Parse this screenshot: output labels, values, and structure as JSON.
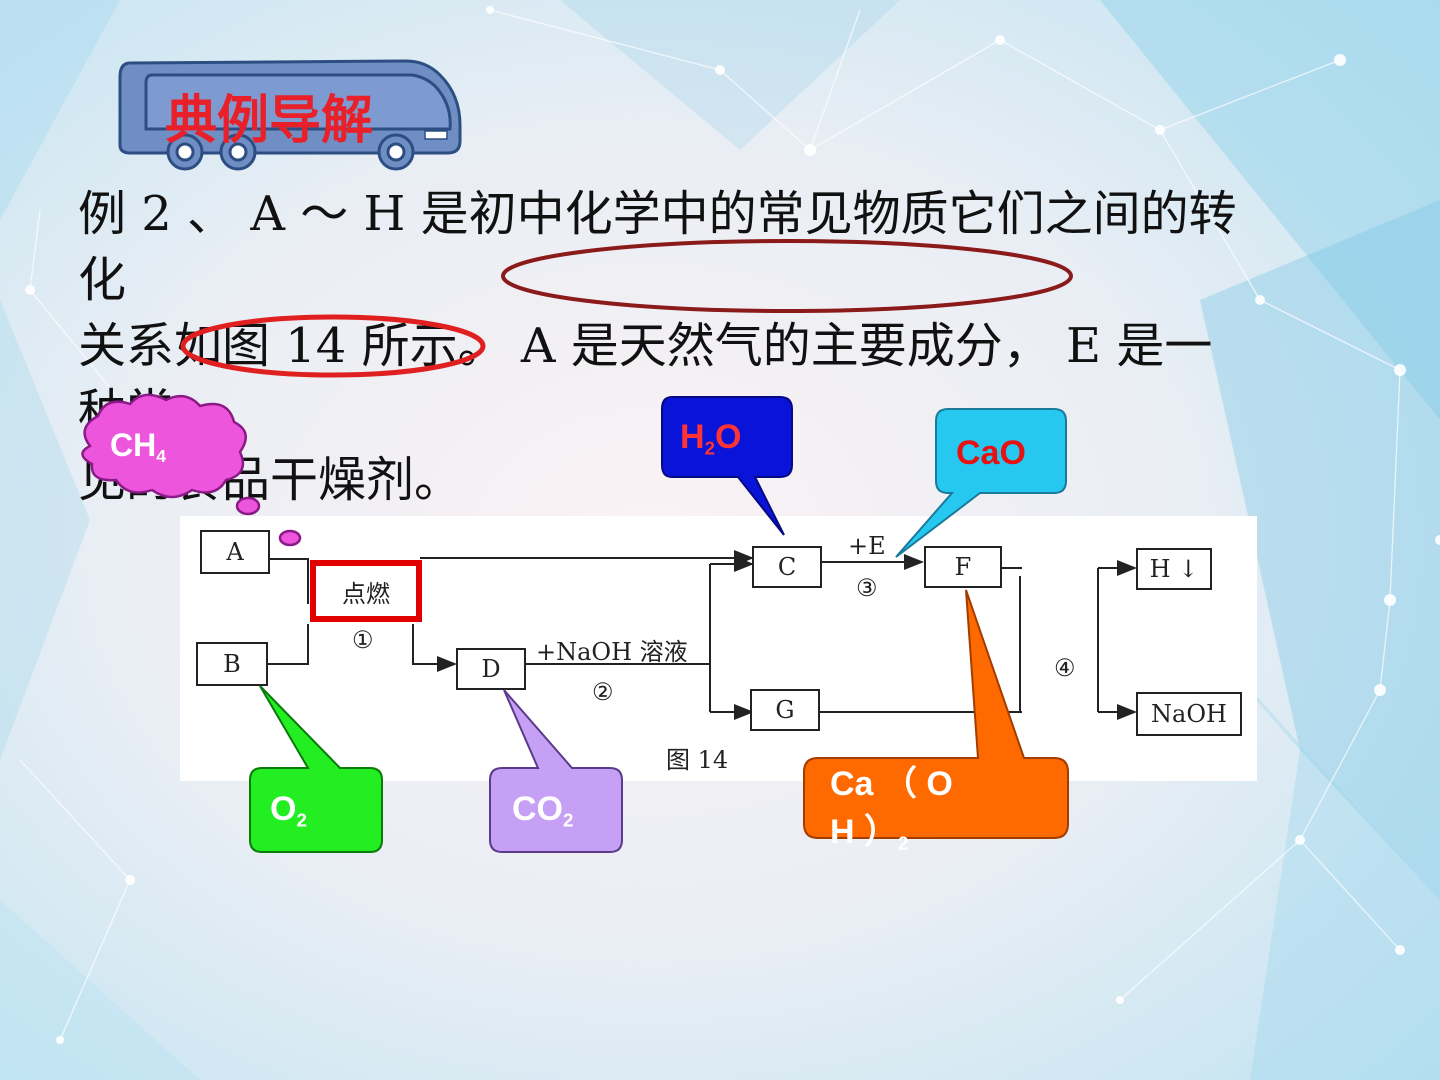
{
  "header": {
    "title": "典例导解"
  },
  "question": {
    "line1": "例 2 、 A ～ H 是初中化学中的常见物质它们之间的转",
    "line2": "化",
    "line3": "关系如图 14 所示。 A 是天然气的主要成分， E 是一",
    "line4": "种常",
    "line5": "见的食品干燥剂。"
  },
  "diagram": {
    "boxes": {
      "a": "A",
      "b": "B",
      "c": "C",
      "d": "D",
      "f": "F",
      "g": "G",
      "h": "H ↓",
      "naoh": "NaOH"
    },
    "ignite": "点燃",
    "step1": "①",
    "step2": "②",
    "step3": "③",
    "step4": "④",
    "naoh_solution": "+NaOH 溶液",
    "plus_e": "+E",
    "caption": "图 14"
  },
  "callouts": {
    "ch4": {
      "main": "CH",
      "sub": "4"
    },
    "h2o": {
      "a": "H",
      "sub": "2",
      "b": "O"
    },
    "cao": "CaO",
    "o2": {
      "main": "O",
      "sub": "2"
    },
    "co2": {
      "main": "CO",
      "sub": "2"
    },
    "caoh2": {
      "line1": "Ca （ O",
      "line2": "H ）",
      "sub": "2"
    }
  },
  "colors": {
    "title_red": "#e8202a",
    "bus_blue": "#6f8fc4",
    "ellipse_dark_red": "#8b1a1a",
    "ellipse_red": "#e02020",
    "ch4_pink": "#ee55dd",
    "h2o_blue": "#0a14d8",
    "cao_cyan": "#27c8f0",
    "o2_green": "#22ee22",
    "co2_lavender": "#c6a0f4",
    "caoh2_orange": "#ff6a00"
  }
}
